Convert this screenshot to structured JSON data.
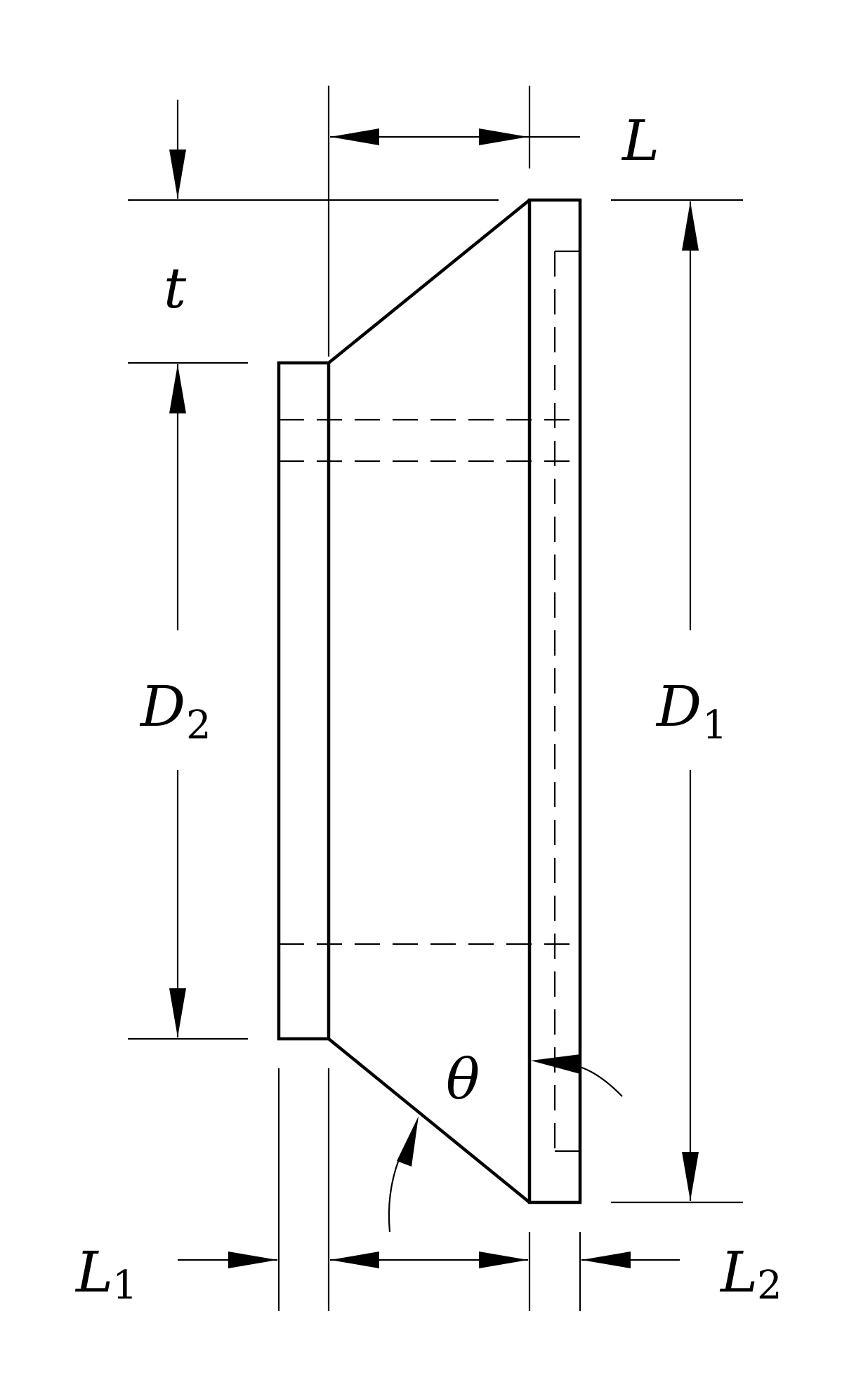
{
  "diagram": {
    "labels": {
      "L": "L",
      "t": "t",
      "D2_main": "D",
      "D2_sub": "2",
      "D1_main": "D",
      "D1_sub": "1",
      "theta": "θ",
      "L1_main": "L",
      "L1_sub": "1",
      "L2_main": "L",
      "L2_sub": "2"
    },
    "colors": {
      "stroke": "#000000",
      "background": "#ffffff"
    }
  }
}
